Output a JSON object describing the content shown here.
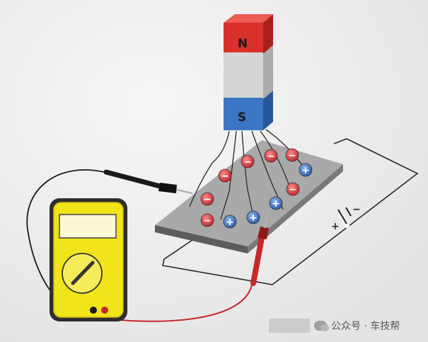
{
  "magnet": {
    "north_label": "N",
    "south_label": "S"
  },
  "charges": {
    "negative_symbol": "−",
    "positive_symbol": "+"
  },
  "battery": {
    "plus_label": "+",
    "minus_label": "−"
  },
  "watermark": {
    "text": "公众号 · 车技帮"
  },
  "colors": {
    "north": "#d9302b",
    "south": "#3a76c4",
    "meter_body": "#f2e41a",
    "negative_charge": "#d8363b",
    "positive_charge": "#3467b8",
    "red_probe": "#c62828",
    "black_probe": "#1a1a1a"
  }
}
